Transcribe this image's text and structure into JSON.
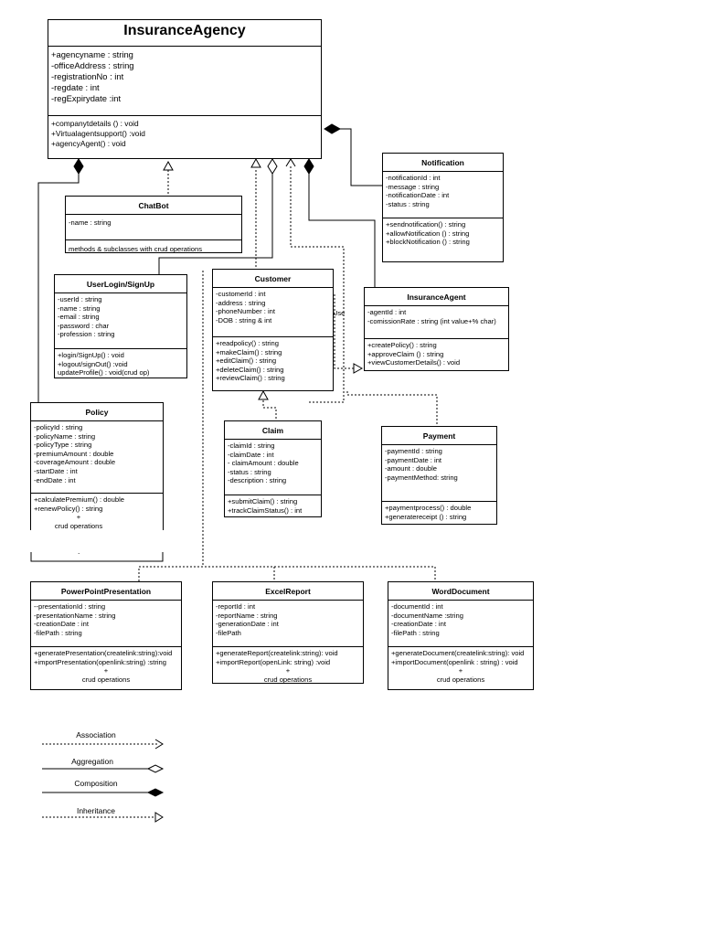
{
  "classes": {
    "agency": {
      "name": "InsuranceAgency",
      "attributes": [
        "+agencyname : string",
        "-officeAddress : string",
        "-registrationNo : int",
        "-regdate : int",
        "-regExpirydate :int"
      ],
      "methods": [
        "+companytdetails () : void",
        "+Virtualagentsupport() :void",
        "+agencyAgent() : void"
      ]
    },
    "notification": {
      "name": "Notification",
      "attributes": [
        "-notificationId : int",
        "-message : string",
        "-notificationDate : int",
        "-status : string"
      ],
      "methods": [
        "+sendnotification() : string",
        "+allowNotification () : string",
        "+blockNotification () : string"
      ]
    },
    "chatbot": {
      "name": "ChatBot",
      "attributes": [
        "-name : string"
      ],
      "methods": [
        "methods & subclasses with crud operations"
      ]
    },
    "userlogin": {
      "name": "UserLogin/SignUp",
      "attributes": [
        "-userId : string",
        "-name : string",
        "-email : string",
        "-password : char",
        "-profession : string"
      ],
      "methods": [
        "+login/SignUp() : void",
        "+logout/signOut() :void",
        "updateProfile() : void(crud op)"
      ]
    },
    "customer": {
      "name": "Customer",
      "attributes": [
        "-customerId : int",
        "-address : string",
        "-phoneNumber : int",
        "-DOB : string & int"
      ],
      "methods": [
        "+readpolicy() : string",
        "+makeClaim() : string",
        "+editClaim() : string",
        "+deleteClaim() : string",
        "+reviewClaim() : string"
      ]
    },
    "insuranceagent": {
      "name": "InsuranceAgent",
      "attributes": [
        "-agentId : int",
        "-comissionRate : string (int value+% char)"
      ],
      "methods": [
        "+createPolicy() : string",
        "+approveClaim () : string",
        "+viewCustomerDetails() : void"
      ]
    },
    "policy": {
      "name": "Policy",
      "attributes": [
        "-policyId : string",
        "-policyName : string",
        "-policyType : string",
        "-premiumAmount : double",
        "-coverageAmount : double",
        "-startDate : int",
        "-endDate : int"
      ],
      "methods": [
        "+calculatePremium() : double",
        "+renewPolicy() : string",
        "+",
        "crud operations"
      ]
    },
    "claim": {
      "name": "Claim",
      "attributes": [
        "-claimId : string",
        "-claimDate : int",
        "- claimAmount : double",
        "-status : string",
        "-description : string"
      ],
      "methods": [
        "+submitClaim() : string",
        "+trackClaimStatus() : int"
      ]
    },
    "payment": {
      "name": "Payment",
      "attributes": [
        "-paymentId : string",
        "-paymentDate : int",
        "-amount : double",
        "-paymentMethod: string"
      ],
      "methods": [
        "+paymentprocess()  : double",
        "+generatereceipt () : string"
      ]
    },
    "powerpoint": {
      "name": "PowerPointPresentation",
      "attributes": [
        "--presentationId : string",
        "-presentationName : string",
        "-creationDate : int",
        "-filePath : string"
      ],
      "methods": [
        "+generatePresentation(createlink:string):void",
        "+importPresentation(openlink:string) :string",
        "+",
        "crud operations"
      ]
    },
    "excel": {
      "name": "ExcelReport",
      "attributes": [
        "-reportId : int",
        "-reportName : string",
        "-generationDate : int",
        "-filePath"
      ],
      "methods": [
        "+generateReport(createlink:string): void",
        "+importReport(openLink: string) :void",
        "+",
        "crud operations"
      ]
    },
    "word": {
      "name": "WordDocument",
      "attributes": [
        "-documentId : int",
        "-documentName :string",
        "-creationDate : int",
        "-filePath : string"
      ],
      "methods": [
        "+generateDocument(createlink:string): void",
        "+importDocument(openlink : string) : void",
        "+",
        "crud operations"
      ]
    }
  },
  "relation_labels": {
    "use": "Use",
    "dot": "."
  },
  "legend": {
    "association": "Association",
    "aggregation": "Aggregation",
    "composition": "Composition",
    "inheritance": "Inheritance"
  }
}
